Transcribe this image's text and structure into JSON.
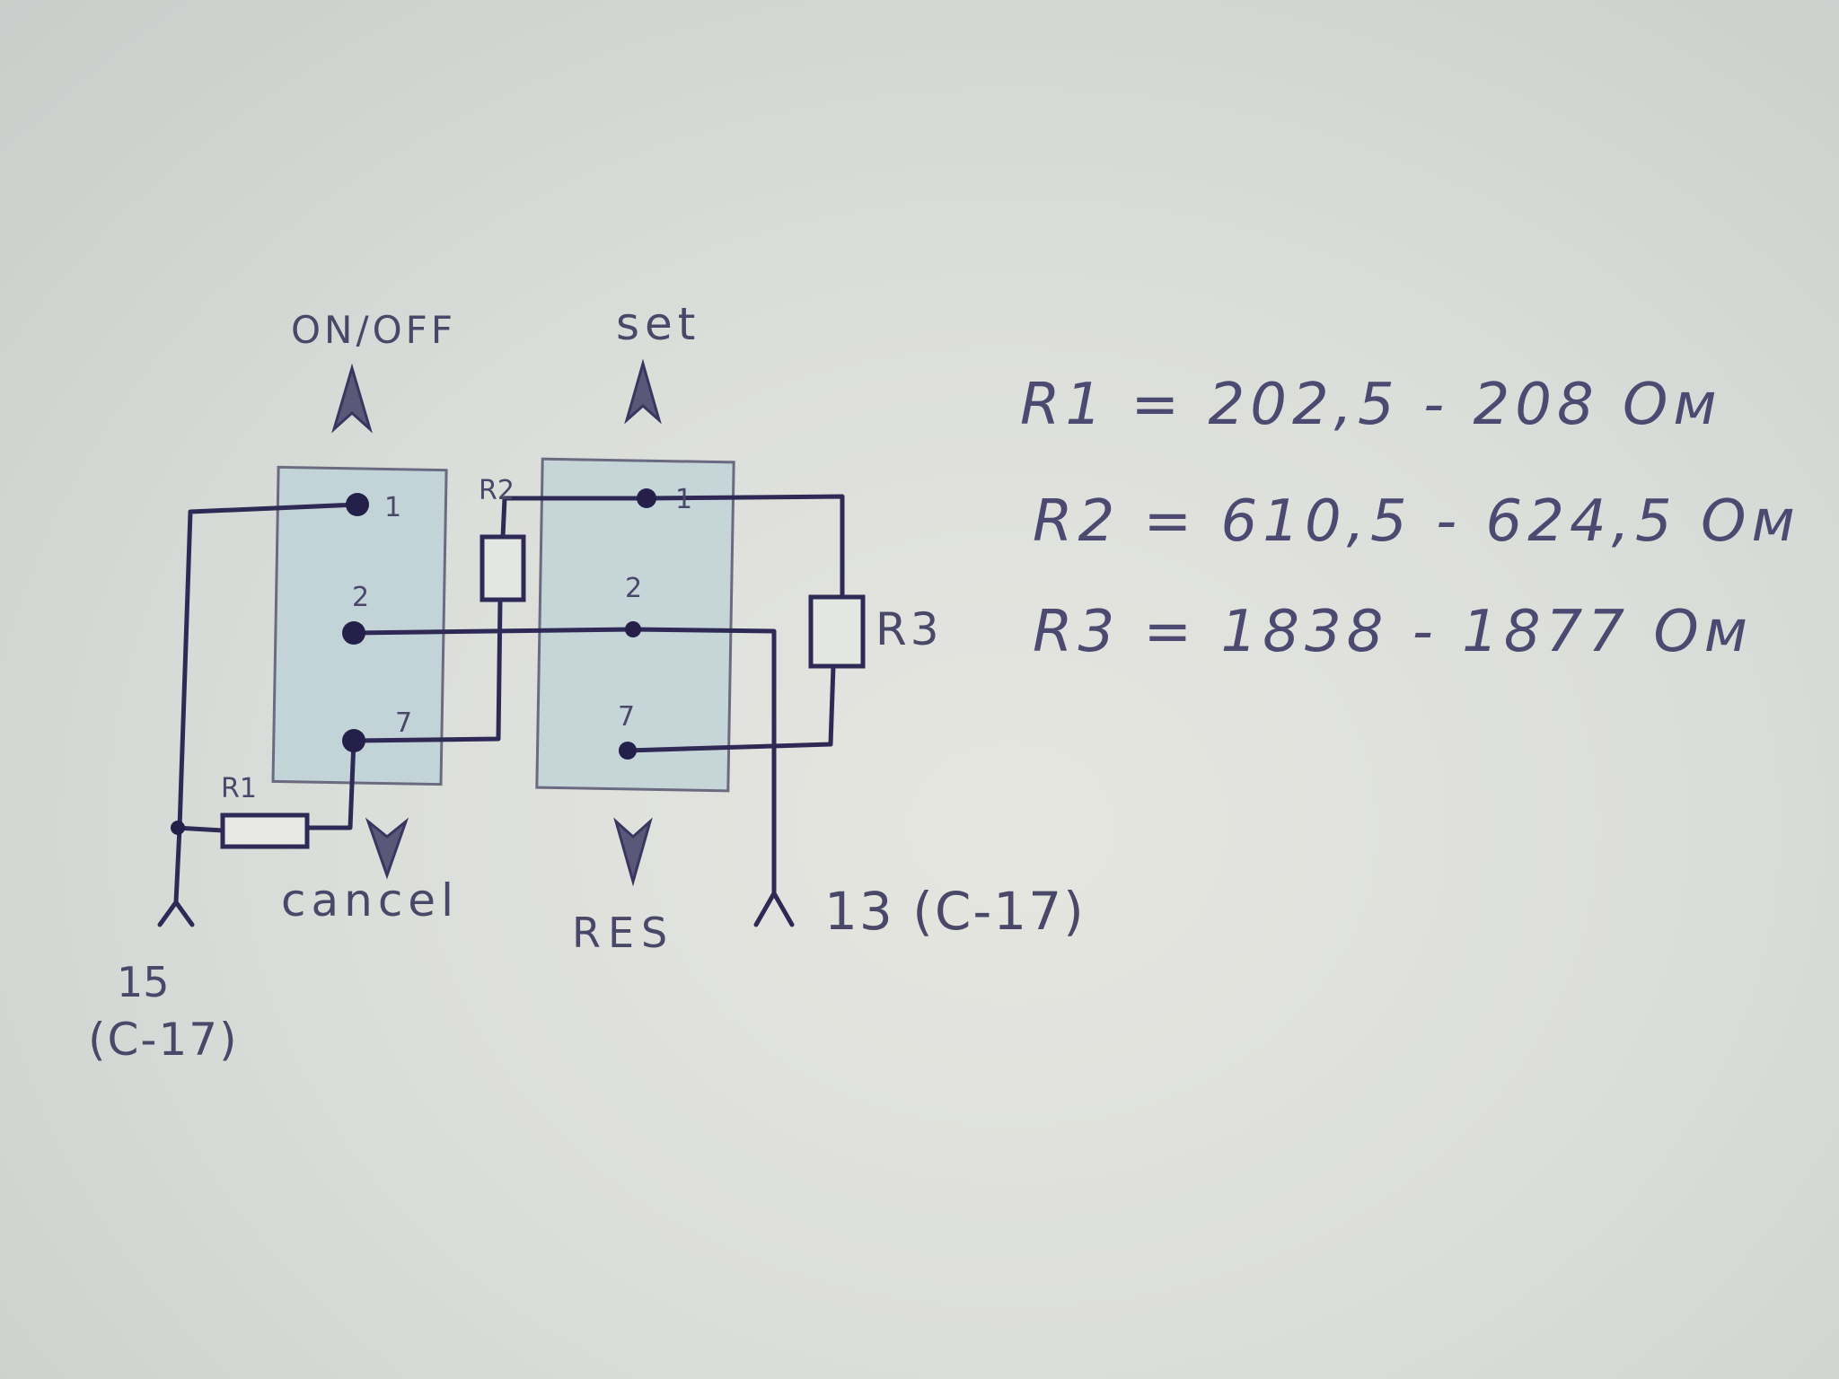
{
  "colors": {
    "ink": "#2e2a55",
    "paper": "#dcdeda",
    "switch_fill": "#c3d4d8"
  },
  "switches": [
    {
      "top_label": "ON/OFF",
      "bottom_label": "cancel",
      "pins": [
        "1",
        "2",
        "7"
      ]
    },
    {
      "top_label": "set",
      "bottom_label": "RES",
      "pins": [
        "1",
        "2",
        "7"
      ]
    }
  ],
  "resistors": {
    "r1": "R1",
    "r2": "R2",
    "r3": "R3"
  },
  "connectors": {
    "left": {
      "pin": "15",
      "ref": "(C-17)"
    },
    "right": {
      "label": "13 (C-17)"
    }
  },
  "values": [
    "R1 = 202,5 - 208 Ом",
    "R2 = 610,5 - 624,5 Ом",
    "R3 = 1838 - 1877 Ом"
  ]
}
